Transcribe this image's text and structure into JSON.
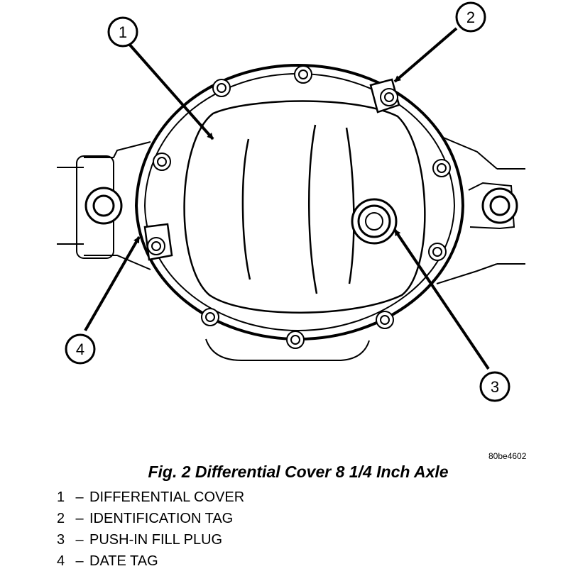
{
  "figure": {
    "code": "80be4602",
    "caption": "Fig. 2 Differential Cover 8 1/4 Inch Axle",
    "callouts": [
      {
        "number": "1",
        "label": "DIFFERENTIAL COVER"
      },
      {
        "number": "2",
        "label": "IDENTIFICATION TAG"
      },
      {
        "number": "3",
        "label": "PUSH-IN FILL PLUG"
      },
      {
        "number": "4",
        "label": "DATE TAG"
      }
    ],
    "separator": "–"
  }
}
